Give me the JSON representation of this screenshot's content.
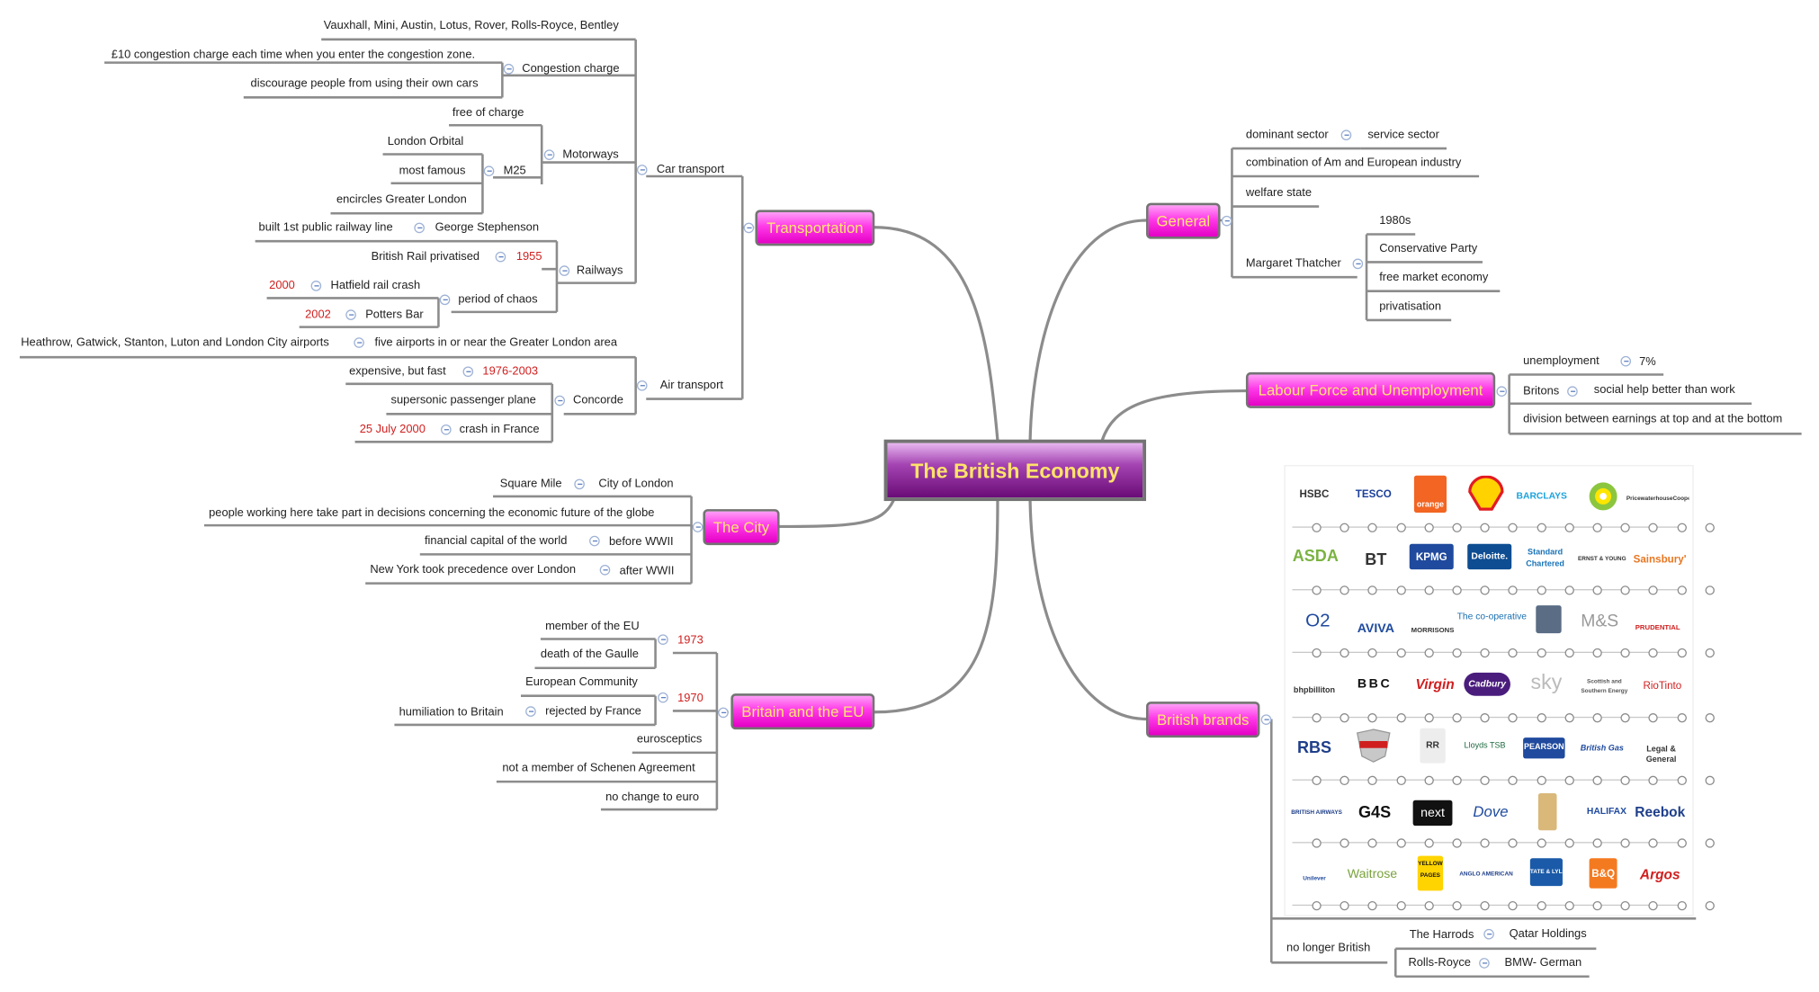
{
  "central": "The British Economy",
  "topics": {
    "transportation": "Transportation",
    "the_city": "The City",
    "eu": "Britain and the EU",
    "general": "General",
    "labour": "Labour Force and Unemployment",
    "brands": "British brands"
  },
  "transport": {
    "car": "Car transport",
    "makes": "Vauxhall, Mini, Austin, Lotus, Rover, Rolls-Royce, Bentley",
    "congestion": "Congestion charge",
    "congestion_fee": "£10 congestion charge each time when you enter the congestion zone.",
    "congestion_aim": "discourage people from using their own cars",
    "motorways": "Motorways",
    "free": "free of charge",
    "m25": "M25",
    "orbital": "London Orbital",
    "famous": "most famous",
    "encircles": "encircles Greater London",
    "railways": "Railways",
    "first_line": "built 1st public railway line",
    "stephenson": "George Stephenson",
    "privatised": "British Rail privatised",
    "year_1955": "1955",
    "chaos": "period of chaos",
    "year_2000": "2000",
    "hatfield": "Hatfield rail crash",
    "year_2002": "2002",
    "potters": "Potters Bar",
    "air": "Air transport",
    "airports_list": "Heathrow, Gatwick, Stanton, Luton and London City airports",
    "airports": "five airports in or near the Greater London area",
    "concorde": "Concorde",
    "expensive": "expensive, but fast",
    "years_concorde": "1976-2003",
    "supersonic": "supersonic passenger plane",
    "crash_date": "25 July 2000",
    "crash": "crash in France"
  },
  "city": {
    "square_mile": "Square Mile",
    "city_of_london": "City of London",
    "decisions": "people working here take part in decisions concerning the economic future of the globe",
    "capital": "financial capital of the world",
    "before": "before WWII",
    "new_york": "New York took precedence over London",
    "after": "after WWII"
  },
  "eu": {
    "year_1973": "1973",
    "member": "member of the EU",
    "gaulle": "death of the Gaulle",
    "year_1970": "1970",
    "community": "European Community",
    "rejected": "rejected by France",
    "humiliation": "humiliation to Britain",
    "sceptics": "eurosceptics",
    "schengen": "not a member of Schenen Agreement",
    "euro": "no change to euro"
  },
  "general": {
    "dominant": "dominant sector",
    "service": "service sector",
    "combination": "combination of Am and European industry",
    "welfare": "welfare state",
    "thatcher": "Margaret Thatcher",
    "eighties": "1980s",
    "party": "Conservative Party",
    "free_market": "free market economy",
    "privatisation": "privatisation"
  },
  "labour": {
    "unemployment": "unemployment",
    "rate": "7%",
    "britons": "Britons",
    "social": "social help better than work",
    "division": "division between earnings at top and at the bottom"
  },
  "brands": {
    "no_longer": "no longer British",
    "harrods": "The Harrods",
    "qatar": "Qatar Holdings",
    "rolls": "Rolls-Royce",
    "bmw": "BMW- German",
    "logos": [
      "HSBC",
      "TESCO",
      "orange",
      "Shell",
      "BARCLAYS",
      "bp",
      "PricewaterhouseCoopers",
      "ASDA",
      "BT",
      "KPMG",
      "Deloitte.",
      "Standard Chartered",
      "ERNST & YOUNG",
      "Sainsbury's",
      "O2",
      "AVIVA",
      "MORRISONS",
      "The co-operative",
      "",
      "M&S",
      "PRUDENTIAL",
      "bhpbilliton",
      "BBC",
      "Virgin",
      "Cadbury",
      "sky",
      "Scottish and Southern Energy",
      "RioTinto",
      "RBS",
      "",
      "RR",
      "Lloyds TSB",
      "PEARSON",
      "British Gas",
      "Legal & General",
      "BRITISH AIRWAYS",
      "G4S",
      "next",
      "Dove",
      "",
      "HALIFAX",
      "Reebok",
      "Unilever",
      "Waitrose",
      "YELLOW PAGES",
      "ANGLO AMERICAN",
      "TATE & LYLE",
      "B&Q",
      "Argos"
    ]
  },
  "colors": {
    "topic": "#ff3ae8",
    "central": "#7c1690",
    "topic_text": "#ffe86e",
    "date": "#d01f1f",
    "line": "#808080"
  }
}
